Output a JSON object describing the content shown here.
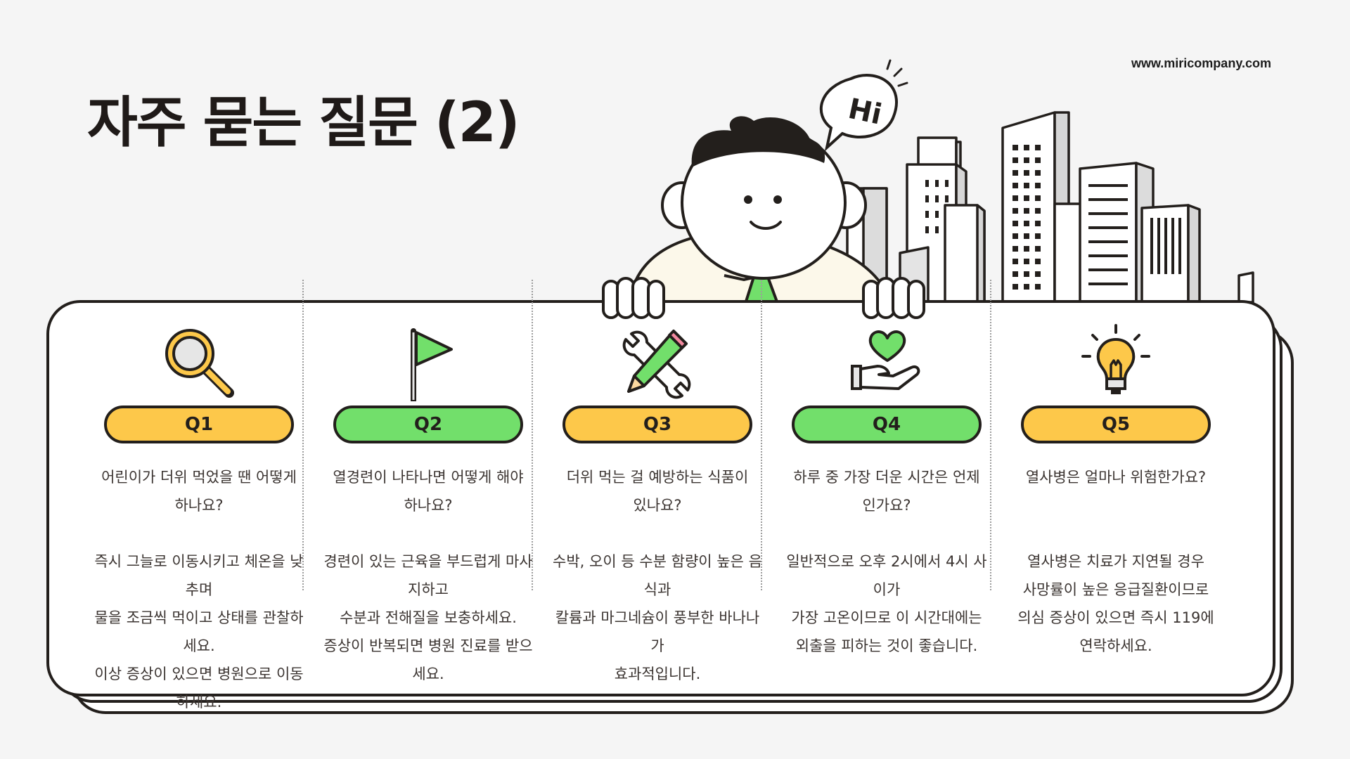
{
  "header": {
    "title": "자주 묻는 질문 (2)",
    "website": "www.miricompany.com",
    "speech": "Hi"
  },
  "colors": {
    "yellow": "#fdc84a",
    "green": "#72df6b",
    "outline": "#231f1c",
    "background": "#f5f5f5"
  },
  "faq": [
    {
      "label": "Q1",
      "icon": "magnifier-icon",
      "color": "yellow",
      "question": "어린이가 더위 먹었을 땐 어떻게 하나요?",
      "answer": [
        "즉시 그늘로 이동시키고 체온을 낮추며",
        "물을 조금씩 먹이고 상태를 관찰하세요.",
        "이상 증상이 있으면 병원으로 이동하세요."
      ]
    },
    {
      "label": "Q2",
      "icon": "flag-icon",
      "color": "green",
      "question": "열경련이 나타나면 어떻게 해야 하나요?",
      "answer": [
        "경련이 있는 근육을 부드럽게 마사지하고",
        "수분과 전해질을 보충하세요.",
        "증상이 반복되면 병원 진료를 받으세요."
      ]
    },
    {
      "label": "Q3",
      "icon": "wrench-pencil-icon",
      "color": "yellow",
      "question": "더위 먹는 걸 예방하는 식품이 있나요?",
      "answer": [
        "수박, 오이 등 수분 함량이 높은 음식과",
        "칼륨과 마그네슘이 풍부한 바나나가",
        "효과적입니다."
      ]
    },
    {
      "label": "Q4",
      "icon": "heart-hand-icon",
      "color": "green",
      "question": "하루 중 가장 더운 시간은 언제인가요?",
      "answer": [
        "일반적으로 오후 2시에서 4시 사이가",
        "가장 고온이므로 이 시간대에는",
        "외출을 피하는 것이 좋습니다."
      ]
    },
    {
      "label": "Q5",
      "icon": "lightbulb-icon",
      "color": "yellow",
      "question": "열사병은 얼마나 위험한가요?",
      "answer": [
        "열사병은 치료가 지연될 경우",
        "사망률이 높은 응급질환이므로",
        "의심 증상이 있으면 즉시 119에 연락하세요."
      ]
    }
  ]
}
